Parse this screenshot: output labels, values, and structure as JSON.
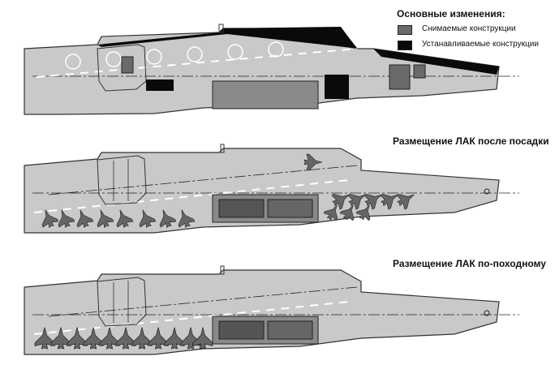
{
  "legend": {
    "title": "Основные изменения:",
    "items": [
      {
        "label": "Снимаемые конструкции",
        "color": "#6a6a6a"
      },
      {
        "label": "Устанавливаемые конструкции",
        "color": "#0a0a0a"
      }
    ]
  },
  "views": [
    {
      "title": ""
    },
    {
      "title": "Размещение ЛАК после посадки"
    },
    {
      "title": "Размещение ЛАК по-походному"
    }
  ],
  "colors": {
    "deck": "#c9c9c9",
    "outline": "#333333",
    "removed": "#6a6a6a",
    "installed": "#0a0a0a",
    "aircraft": "#666666"
  }
}
